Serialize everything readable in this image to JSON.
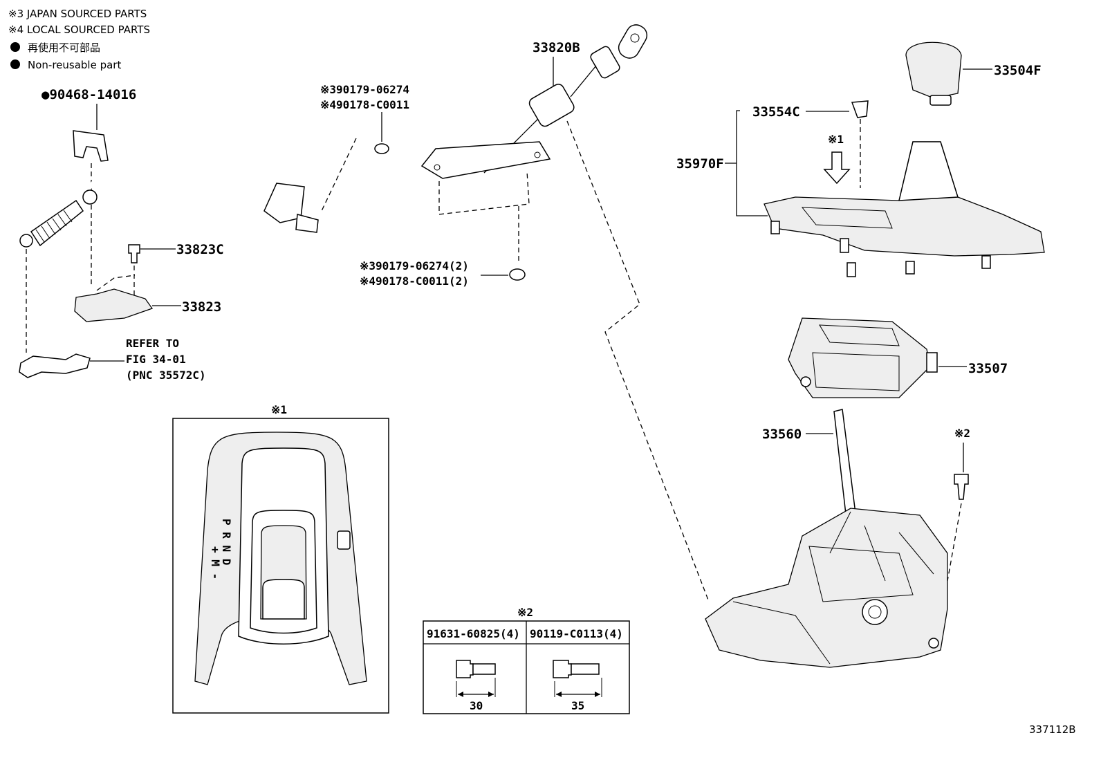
{
  "legend": {
    "line1": "※3 JAPAN SOURCED PARTS",
    "line2": "※4 LOCAL SOURCED PARTS",
    "line3": "再使用不可部品",
    "line4": "Non-reusable part"
  },
  "parts": {
    "p90468": "●90468-14016",
    "p33823c": "33823C",
    "p33823": "33823",
    "refer1": "REFER TO",
    "refer2": "FIG 34-01",
    "refer3": "(PNC 35572C)",
    "nut1a": "※390179-06274",
    "nut1b": "※490178-C0011",
    "nut2a": "※390179-06274(2)",
    "nut2b": "※490178-C0011(2)",
    "p33820b": "33820B",
    "p33504f": "33504F",
    "p33554c": "33554C",
    "p35970f": "35970F",
    "note1_arrow": "※1",
    "p33507": "33507",
    "p33560": "33560",
    "note2_bolt": "※2"
  },
  "inset1": {
    "title": "※1",
    "gear_pos": "P R N D",
    "gear_man": "+ M -"
  },
  "inset2": {
    "title": "※2",
    "col1_header": "91631-60825(4)",
    "col2_header": "90119-C0113(4)",
    "col1_dim": "30",
    "col2_dim": "35"
  },
  "diagram_id": "337112B"
}
